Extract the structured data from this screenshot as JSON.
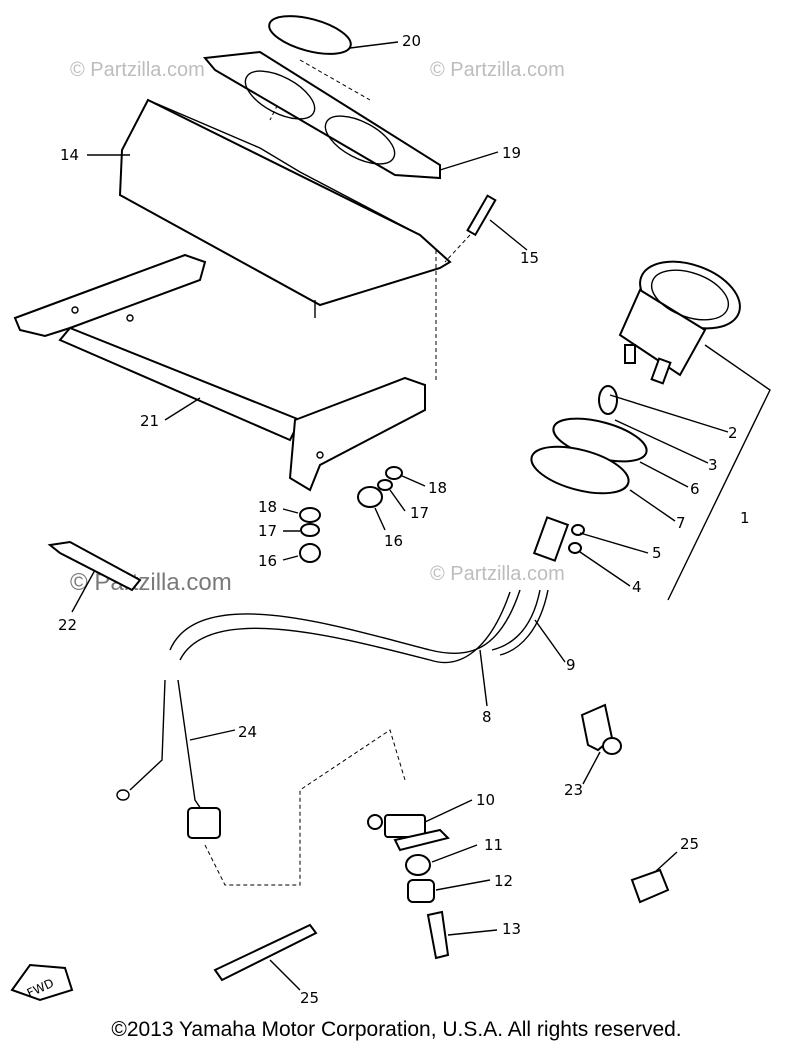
{
  "callouts": [
    {
      "key": "20",
      "text": "20"
    },
    {
      "key": "19",
      "text": "19"
    },
    {
      "key": "14",
      "text": "14"
    },
    {
      "key": "15",
      "text": "15"
    },
    {
      "key": "2",
      "text": "2"
    },
    {
      "key": "3",
      "text": "3"
    },
    {
      "key": "6",
      "text": "6"
    },
    {
      "key": "1",
      "text": "1"
    },
    {
      "key": "7",
      "text": "7"
    },
    {
      "key": "5",
      "text": "5"
    },
    {
      "key": "4",
      "text": "4"
    },
    {
      "key": "21",
      "text": "21"
    },
    {
      "key": "18a",
      "text": "18"
    },
    {
      "key": "17a",
      "text": "17"
    },
    {
      "key": "16a",
      "text": "16"
    },
    {
      "key": "18b",
      "text": "18"
    },
    {
      "key": "17b",
      "text": "17"
    },
    {
      "key": "16b",
      "text": "16"
    },
    {
      "key": "22",
      "text": "22"
    },
    {
      "key": "9",
      "text": "9"
    },
    {
      "key": "8",
      "text": "8"
    },
    {
      "key": "24",
      "text": "24"
    },
    {
      "key": "23",
      "text": "23"
    },
    {
      "key": "10",
      "text": "10"
    },
    {
      "key": "11",
      "text": "11"
    },
    {
      "key": "12",
      "text": "12"
    },
    {
      "key": "13",
      "text": "13"
    },
    {
      "key": "25a",
      "text": "25"
    },
    {
      "key": "25b",
      "text": "25"
    }
  ],
  "watermarks": {
    "wm1": "© Partzilla.com",
    "wm2": "© Partzilla.com",
    "wm3": "© Partzilla.com",
    "wm4": "© Partzilla.com"
  },
  "fwd_label": "FWD",
  "copyright": "©2013 Yamaha Motor Corporation, U.S.A. All rights reserved."
}
